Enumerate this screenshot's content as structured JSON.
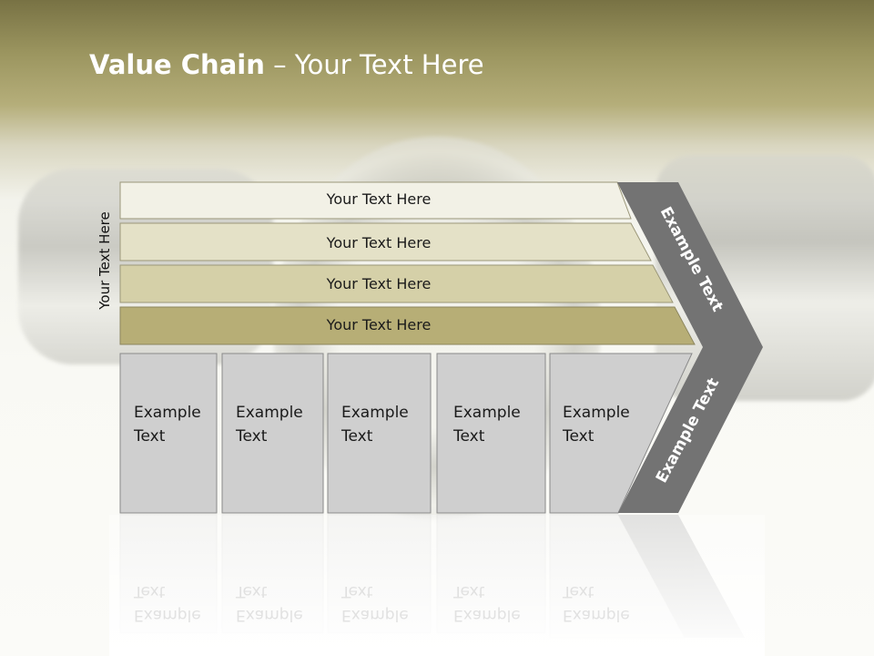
{
  "title": {
    "bold": "Value Chain",
    "rest": " – Your Text Here"
  },
  "vertical_label": "Your Text Here",
  "rows": [
    {
      "label": "Your Text Here",
      "fill": "#f2f1e6"
    },
    {
      "label": "Your Text Here",
      "fill": "#e4e1c7"
    },
    {
      "label": "Your Text Here",
      "fill": "#d5d0a8"
    },
    {
      "label": "Your Text Here",
      "fill": "#b7ae76"
    }
  ],
  "cells": [
    {
      "label": "Example\nText"
    },
    {
      "label": "Example\nText"
    },
    {
      "label": "Example\nText"
    },
    {
      "label": "Example\nText"
    },
    {
      "label": "Example\nText"
    }
  ],
  "arrow": {
    "upper_label": "Example Text",
    "lower_label": "Example Text",
    "color": "#737373"
  },
  "colors": {
    "header_dark": "#787244",
    "cell_fill": "#cfcfcf",
    "cell_border": "#8a8a8a"
  }
}
